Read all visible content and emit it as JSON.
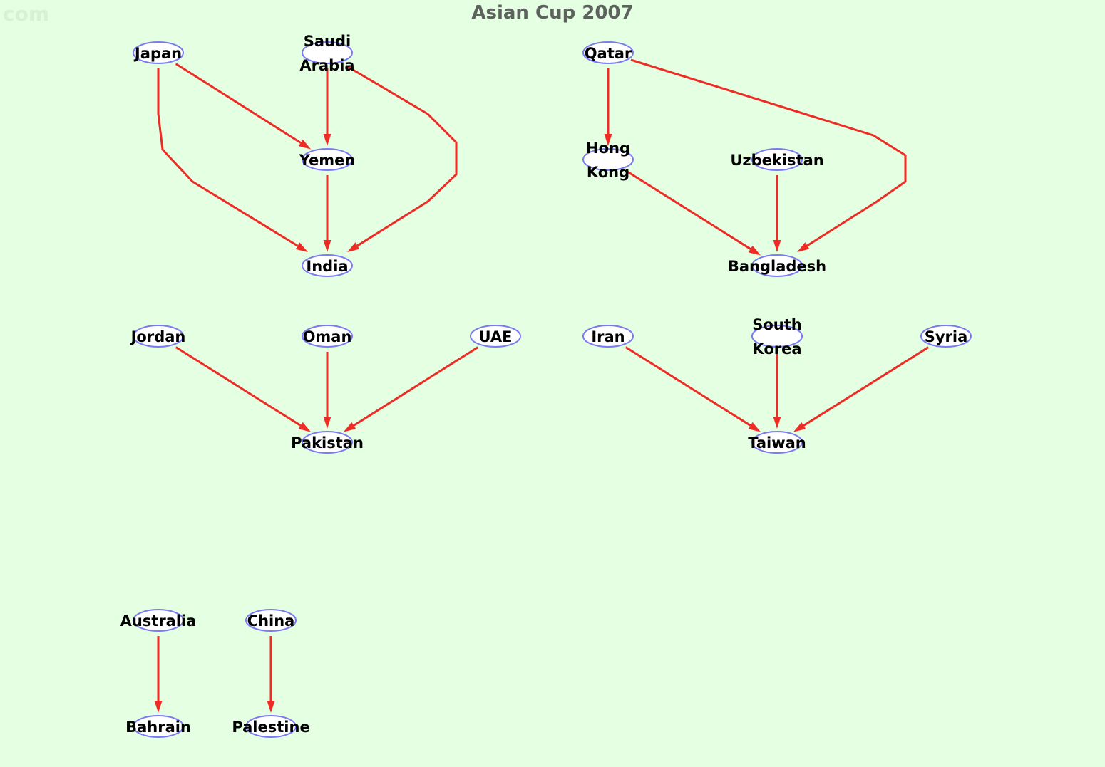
{
  "watermark": "com",
  "title": "Asian Cup 2007",
  "colors": {
    "background": "#e5ffe3",
    "node_fill": "#ffffff",
    "node_stroke": "#7a7af2",
    "edge": "#ee2b25",
    "title": "#5e625e"
  },
  "nodes": [
    {
      "id": "japan",
      "lines": [
        "Japan"
      ]
    },
    {
      "id": "saudi",
      "lines": [
        "Saudi",
        "Arabia"
      ]
    },
    {
      "id": "yemen",
      "lines": [
        "Yemen"
      ]
    },
    {
      "id": "india",
      "lines": [
        "India"
      ]
    },
    {
      "id": "qatar",
      "lines": [
        "Qatar"
      ]
    },
    {
      "id": "hongkong",
      "lines": [
        "Hong",
        "Kong"
      ]
    },
    {
      "id": "uzbekistan",
      "lines": [
        "Uzbekistan"
      ]
    },
    {
      "id": "bangladesh",
      "lines": [
        "Bangladesh"
      ]
    },
    {
      "id": "jordan",
      "lines": [
        "Jordan"
      ]
    },
    {
      "id": "oman",
      "lines": [
        "Oman"
      ]
    },
    {
      "id": "uae",
      "lines": [
        "UAE"
      ]
    },
    {
      "id": "pakistan",
      "lines": [
        "Pakistan"
      ]
    },
    {
      "id": "iran",
      "lines": [
        "Iran"
      ]
    },
    {
      "id": "southkorea",
      "lines": [
        "South",
        "Korea"
      ]
    },
    {
      "id": "syria",
      "lines": [
        "Syria"
      ]
    },
    {
      "id": "taiwan",
      "lines": [
        "Taiwan"
      ]
    },
    {
      "id": "australia",
      "lines": [
        "Australia"
      ]
    },
    {
      "id": "china",
      "lines": [
        "China"
      ]
    },
    {
      "id": "bahrain",
      "lines": [
        "Bahrain"
      ]
    },
    {
      "id": "palestine",
      "lines": [
        "Palestine"
      ]
    }
  ],
  "edges": [
    {
      "from": "japan",
      "to": "yemen"
    },
    {
      "from": "japan",
      "to": "india"
    },
    {
      "from": "saudi",
      "to": "yemen"
    },
    {
      "from": "saudi",
      "to": "india"
    },
    {
      "from": "yemen",
      "to": "india"
    },
    {
      "from": "qatar",
      "to": "hongkong"
    },
    {
      "from": "qatar",
      "to": "bangladesh"
    },
    {
      "from": "hongkong",
      "to": "bangladesh"
    },
    {
      "from": "uzbekistan",
      "to": "bangladesh"
    },
    {
      "from": "jordan",
      "to": "pakistan"
    },
    {
      "from": "oman",
      "to": "pakistan"
    },
    {
      "from": "uae",
      "to": "pakistan"
    },
    {
      "from": "iran",
      "to": "taiwan"
    },
    {
      "from": "southkorea",
      "to": "taiwan"
    },
    {
      "from": "syria",
      "to": "taiwan"
    },
    {
      "from": "australia",
      "to": "bahrain"
    },
    {
      "from": "china",
      "to": "palestine"
    }
  ]
}
